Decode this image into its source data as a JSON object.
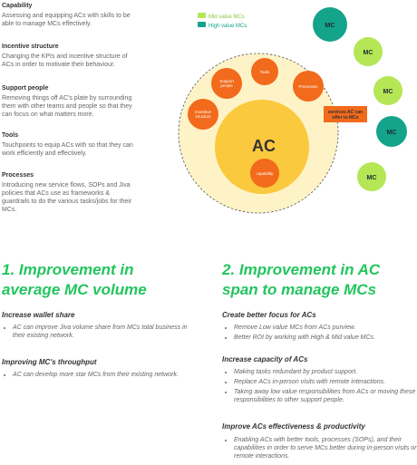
{
  "definitions": [
    {
      "heading": "Capability",
      "text": "Assessing and equipping ACs with skills to be able to manage MCs effectively."
    },
    {
      "heading": "Incentive structure",
      "text": "Changing the KPIs and incentive structure of ACs in order to motivate their behaviour."
    },
    {
      "heading": "Support people",
      "text": "Removing things off AC's plate by surrounding them with other teams and people so that they can focus on what matters more."
    },
    {
      "heading": "Tools",
      "text": "Touchpoints to equip ACs with so that they can work efficiently and effectively."
    },
    {
      "heading": "Processes",
      "text": "Introducing new service flows, SOPs and Jiva policies that ACs use as frameworks & guardrails to do the various tasks/jobs for their MCs."
    }
  ],
  "legend": [
    {
      "label": "Mid value MCs",
      "color": "#b5e655"
    },
    {
      "label": "High value MCs",
      "color": "#14a38b"
    }
  ],
  "diagram": {
    "center_label": "AC",
    "inner_nodes": [
      "Support people",
      "Tools",
      "Processes",
      "Incentive structure",
      "capability"
    ],
    "services_label": "services AC can offer to MCs",
    "mc_label": "MC",
    "colors": {
      "core": "#fbc93d",
      "node": "#f26a1b",
      "outer": "#fef3c7",
      "mid": "#b5e655",
      "high": "#14a38b"
    }
  },
  "left": {
    "title_line1": "1. Improvement in",
    "title_line2": "average MC volume",
    "sections": [
      {
        "heading": "Increase wallet share",
        "bullets": [
          "AC can improve Jiva volume share from MCs total business in their existing network."
        ]
      },
      {
        "heading": "Improving MC's throughput",
        "bullets": [
          "AC can develop more star MCs from their existing network."
        ]
      }
    ]
  },
  "right": {
    "title_line1": "2. Improvement in AC",
    "title_line2": "span to manage MCs",
    "sections": [
      {
        "heading": "Create better focus for ACs",
        "bullets": [
          "Remove Low value MCs from ACs purview.",
          "Better ROI by working with High & Mid value MCs."
        ]
      },
      {
        "heading": "Increase capacity of ACs",
        "bullets": [
          "Making tasks redundant by product support.",
          "Replace ACs in-person visits with remote interactions.",
          "Taking away low value responsibilities from ACs or moving these responsibilities to other support people."
        ]
      },
      {
        "heading": "Improve ACs effectiveness & productivity",
        "bullets": [
          "Enabling ACs with better tools, processes (SOPs), and their capabilities in order to serve MCs better during in-person visits or remote interactions."
        ]
      }
    ]
  }
}
